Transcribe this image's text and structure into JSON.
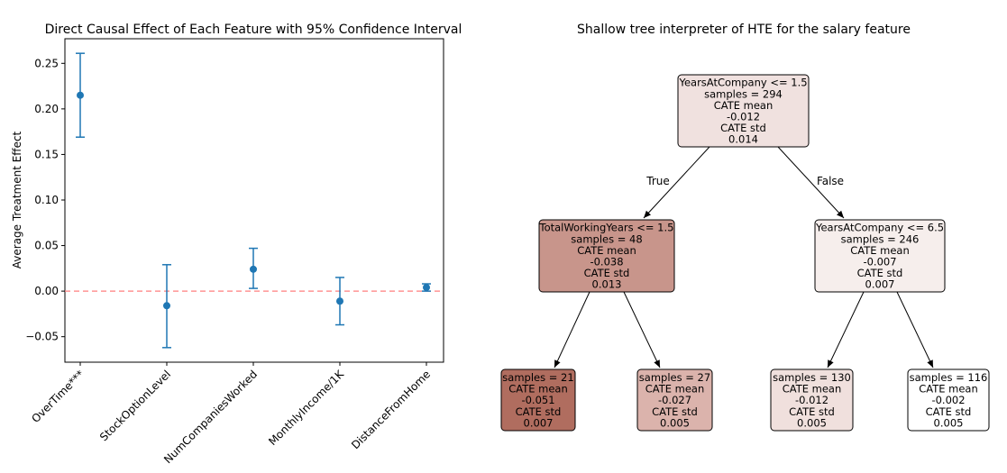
{
  "chart_data": [
    {
      "type": "scatter",
      "title": "Direct Causal Effect of Each Feature with 95% Confidence Interval",
      "xlabel": "",
      "ylabel": "Average Treatment Effect",
      "categories": [
        "OverTime***",
        "StockOptionLevel",
        "NumCompaniesWorked",
        "MonthlyIncome/1K",
        "DistanceFromHome"
      ],
      "values": [
        0.215,
        -0.016,
        0.024,
        -0.011,
        0.004
      ],
      "ci_lower": [
        0.169,
        -0.062,
        0.003,
        -0.037,
        0.0
      ],
      "ci_upper": [
        0.261,
        0.029,
        0.047,
        0.015,
        0.008
      ],
      "yticks": [
        -0.05,
        0.0,
        0.05,
        0.1,
        0.15,
        0.2,
        0.25
      ],
      "ytick_labels": [
        "−0.05",
        "0.00",
        "0.05",
        "0.10",
        "0.15",
        "0.20",
        "0.25"
      ],
      "ylim": [
        -0.078,
        0.277
      ],
      "reference_line": 0,
      "colors": {
        "marker": "#1f77b4",
        "reference_line": "#ff7f7f"
      }
    },
    {
      "type": "tree",
      "title": "Shallow tree interpreter of HTE for the salary feature",
      "edge_labels": {
        "true": "True",
        "false": "False"
      },
      "nodes": [
        {
          "id": "root",
          "lines": [
            "YearsAtCompany <= 1.5",
            "samples = 294",
            "CATE mean",
            "-0.012",
            "CATE std",
            "0.014"
          ],
          "fill": "#f0e1df",
          "children": [
            "left",
            "right"
          ]
        },
        {
          "id": "left",
          "lines": [
            "TotalWorkingYears <= 1.5",
            "samples = 48",
            "CATE mean",
            "-0.038",
            "CATE std",
            "0.013"
          ],
          "fill": "#c8958b",
          "children": [
            "ll",
            "lr"
          ]
        },
        {
          "id": "right",
          "lines": [
            "YearsAtCompany <= 6.5",
            "samples = 246",
            "CATE mean",
            "-0.007",
            "CATE std",
            "0.007"
          ],
          "fill": "#f6eeec",
          "children": [
            "rl",
            "rr"
          ]
        },
        {
          "id": "ll",
          "lines": [
            "samples = 21",
            "CATE mean",
            "-0.051",
            "CATE std",
            "0.007"
          ],
          "fill": "#b06d5f",
          "children": []
        },
        {
          "id": "lr",
          "lines": [
            "samples = 27",
            "CATE mean",
            "-0.027",
            "CATE std",
            "0.005"
          ],
          "fill": "#dbb3ac",
          "children": []
        },
        {
          "id": "rl",
          "lines": [
            "samples = 130",
            "CATE mean",
            "-0.012",
            "CATE std",
            "0.005"
          ],
          "fill": "#f0e0dd",
          "children": []
        },
        {
          "id": "rr",
          "lines": [
            "samples = 116",
            "CATE mean",
            "-0.002",
            "CATE std",
            "0.005"
          ],
          "fill": "#ffffff",
          "children": []
        }
      ]
    }
  ]
}
